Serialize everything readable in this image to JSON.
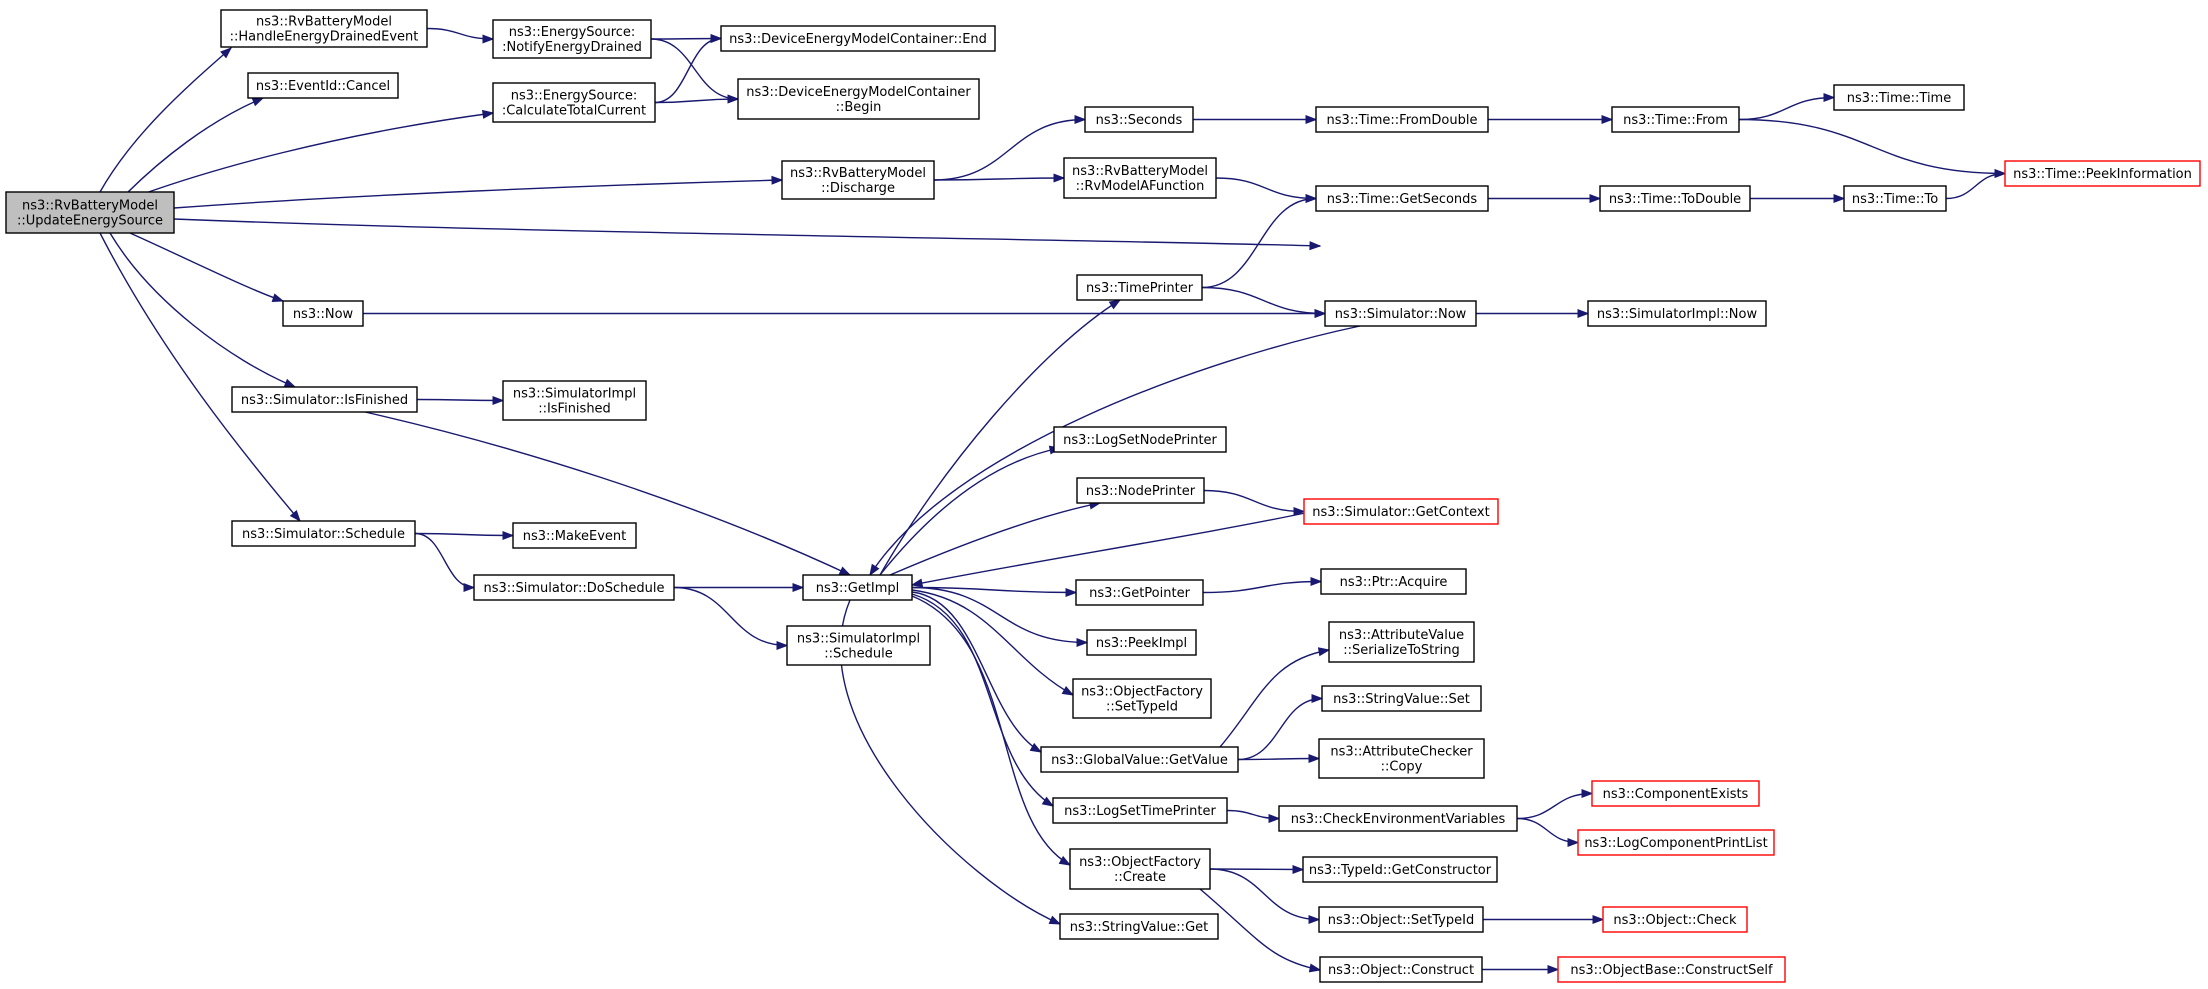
{
  "colors": {
    "edge": "#191970",
    "root_fill": "#bfbfbf",
    "node_border": "#000000",
    "truncated_border": "#ff0000",
    "background": "#ffffff"
  },
  "nodes": [
    {
      "id": "root",
      "lines": [
        "ns3::RvBatteryModel",
        "::UpdateEnergySource"
      ],
      "kind": "root"
    },
    {
      "id": "handleDrained",
      "lines": [
        "ns3::RvBatteryModel",
        "::HandleEnergyDrainedEvent"
      ]
    },
    {
      "id": "eventCancel",
      "lines": [
        "ns3::EventId::Cancel"
      ]
    },
    {
      "id": "notifyDrained",
      "lines": [
        "ns3::EnergySource:",
        ":NotifyEnergyDrained"
      ]
    },
    {
      "id": "calcTotal",
      "lines": [
        "ns3::EnergySource:",
        ":CalculateTotalCurrent"
      ]
    },
    {
      "id": "demcEnd",
      "lines": [
        "ns3::DeviceEnergyModelContainer::End"
      ]
    },
    {
      "id": "demcBegin",
      "lines": [
        "ns3::DeviceEnergyModelContainer",
        "::Begin"
      ]
    },
    {
      "id": "discharge",
      "lines": [
        "ns3::RvBatteryModel",
        "::Discharge"
      ]
    },
    {
      "id": "seconds",
      "lines": [
        "ns3::Seconds"
      ]
    },
    {
      "id": "rvModelA",
      "lines": [
        "ns3::RvBatteryModel",
        "::RvModelAFunction"
      ]
    },
    {
      "id": "fromDouble",
      "lines": [
        "ns3::Time::FromDouble"
      ]
    },
    {
      "id": "timeFrom",
      "lines": [
        "ns3::Time::From"
      ]
    },
    {
      "id": "timeTime",
      "lines": [
        "ns3::Time::Time"
      ]
    },
    {
      "id": "peekInfo",
      "lines": [
        "ns3::Time::PeekInformation"
      ],
      "kind": "trunc"
    },
    {
      "id": "getSeconds",
      "lines": [
        "ns3::Time::GetSeconds"
      ]
    },
    {
      "id": "toDouble",
      "lines": [
        "ns3::Time::ToDouble"
      ]
    },
    {
      "id": "timeTo",
      "lines": [
        "ns3::Time::To"
      ]
    },
    {
      "id": "timePrinter",
      "lines": [
        "ns3::TimePrinter"
      ]
    },
    {
      "id": "now",
      "lines": [
        "ns3::Now"
      ]
    },
    {
      "id": "simNow",
      "lines": [
        "ns3::Simulator::Now"
      ]
    },
    {
      "id": "simImplNow",
      "lines": [
        "ns3::SimulatorImpl::Now"
      ]
    },
    {
      "id": "isFinished",
      "lines": [
        "ns3::Simulator::IsFinished"
      ]
    },
    {
      "id": "implIsFinished",
      "lines": [
        "ns3::SimulatorImpl",
        "::IsFinished"
      ]
    },
    {
      "id": "logSetNodePrinter",
      "lines": [
        "ns3::LogSetNodePrinter"
      ]
    },
    {
      "id": "nodePrinter",
      "lines": [
        "ns3::NodePrinter"
      ]
    },
    {
      "id": "getContext",
      "lines": [
        "ns3::Simulator::GetContext"
      ],
      "kind": "trunc"
    },
    {
      "id": "schedule",
      "lines": [
        "ns3::Simulator::Schedule"
      ]
    },
    {
      "id": "makeEvent",
      "lines": [
        "ns3::MakeEvent"
      ]
    },
    {
      "id": "doSchedule",
      "lines": [
        "ns3::Simulator::DoSchedule"
      ]
    },
    {
      "id": "getImpl",
      "lines": [
        "ns3::GetImpl"
      ]
    },
    {
      "id": "getPointer",
      "lines": [
        "ns3::GetPointer"
      ]
    },
    {
      "id": "ptrAcquire",
      "lines": [
        "ns3::Ptr::Acquire"
      ]
    },
    {
      "id": "implSchedule",
      "lines": [
        "ns3::SimulatorImpl",
        "::Schedule"
      ]
    },
    {
      "id": "peekImpl",
      "lines": [
        "ns3::PeekImpl"
      ]
    },
    {
      "id": "attrSerialize",
      "lines": [
        "ns3::AttributeValue",
        "::SerializeToString"
      ]
    },
    {
      "id": "ofSetTypeId",
      "lines": [
        "ns3::ObjectFactory",
        "::SetTypeId"
      ]
    },
    {
      "id": "stringValueSet",
      "lines": [
        "ns3::StringValue::Set"
      ]
    },
    {
      "id": "gvGetValue",
      "lines": [
        "ns3::GlobalValue::GetValue"
      ]
    },
    {
      "id": "attrCheckerCopy",
      "lines": [
        "ns3::AttributeChecker",
        "::Copy"
      ]
    },
    {
      "id": "componentExists",
      "lines": [
        "ns3::ComponentExists"
      ],
      "kind": "trunc"
    },
    {
      "id": "logSetTimePrinter",
      "lines": [
        "ns3::LogSetTimePrinter"
      ]
    },
    {
      "id": "checkEnv",
      "lines": [
        "ns3::CheckEnvironmentVariables"
      ]
    },
    {
      "id": "logCompPrintList",
      "lines": [
        "ns3::LogComponentPrintList"
      ],
      "kind": "trunc"
    },
    {
      "id": "ofCreate",
      "lines": [
        "ns3::ObjectFactory",
        "::Create"
      ]
    },
    {
      "id": "typeIdGetCtor",
      "lines": [
        "ns3::TypeId::GetConstructor"
      ]
    },
    {
      "id": "objSetTypeId",
      "lines": [
        "ns3::Object::SetTypeId"
      ]
    },
    {
      "id": "objCheck",
      "lines": [
        "ns3::Object::Check"
      ],
      "kind": "trunc"
    },
    {
      "id": "stringValueGet",
      "lines": [
        "ns3::StringValue::Get"
      ]
    },
    {
      "id": "objConstruct",
      "lines": [
        "ns3::Object::Construct"
      ]
    },
    {
      "id": "constructSelf",
      "lines": [
        "ns3::ObjectBase::ConstructSelf"
      ],
      "kind": "trunc"
    }
  ],
  "edges": [
    {
      "from": "root",
      "to": "handleDrained"
    },
    {
      "from": "root",
      "to": "eventCancel"
    },
    {
      "from": "root",
      "to": "calcTotal"
    },
    {
      "from": "root",
      "to": "discharge"
    },
    {
      "from": "root",
      "to": "simNow"
    },
    {
      "from": "root",
      "to": "now"
    },
    {
      "from": "root",
      "to": "isFinished"
    },
    {
      "from": "root",
      "to": "schedule"
    },
    {
      "from": "handleDrained",
      "to": "notifyDrained"
    },
    {
      "from": "notifyDrained",
      "to": "demcEnd"
    },
    {
      "from": "notifyDrained",
      "to": "demcBegin"
    },
    {
      "from": "calcTotal",
      "to": "demcEnd"
    },
    {
      "from": "calcTotal",
      "to": "demcBegin"
    },
    {
      "from": "discharge",
      "to": "seconds"
    },
    {
      "from": "discharge",
      "to": "rvModelA"
    },
    {
      "from": "seconds",
      "to": "fromDouble"
    },
    {
      "from": "fromDouble",
      "to": "timeFrom"
    },
    {
      "from": "timeFrom",
      "to": "timeTime"
    },
    {
      "from": "timeFrom",
      "to": "peekInfo"
    },
    {
      "from": "rvModelA",
      "to": "getSeconds"
    },
    {
      "from": "getSeconds",
      "to": "toDouble"
    },
    {
      "from": "toDouble",
      "to": "timeTo"
    },
    {
      "from": "timeTo",
      "to": "peekInfo"
    },
    {
      "from": "now",
      "to": "simNow"
    },
    {
      "from": "simNow",
      "to": "simImplNow"
    },
    {
      "from": "simNow",
      "to": "getImpl"
    },
    {
      "from": "timePrinter",
      "to": "getSeconds"
    },
    {
      "from": "timePrinter",
      "to": "simNow"
    },
    {
      "from": "isFinished",
      "to": "implIsFinished"
    },
    {
      "from": "isFinished",
      "to": "getImpl"
    },
    {
      "from": "schedule",
      "to": "makeEvent"
    },
    {
      "from": "schedule",
      "to": "doSchedule"
    },
    {
      "from": "doSchedule",
      "to": "getImpl"
    },
    {
      "from": "doSchedule",
      "to": "implSchedule"
    },
    {
      "from": "getImpl",
      "to": "timePrinter"
    },
    {
      "from": "getImpl",
      "to": "logSetNodePrinter"
    },
    {
      "from": "getImpl",
      "to": "nodePrinter"
    },
    {
      "from": "getContext",
      "to": "getImpl"
    },
    {
      "from": "nodePrinter",
      "to": "getContext"
    },
    {
      "from": "getImpl",
      "to": "getPointer"
    },
    {
      "from": "getPointer",
      "to": "ptrAcquire"
    },
    {
      "from": "getImpl",
      "to": "peekImpl"
    },
    {
      "from": "getImpl",
      "to": "ofSetTypeId"
    },
    {
      "from": "getImpl",
      "to": "gvGetValue"
    },
    {
      "from": "getImpl",
      "to": "logSetTimePrinter"
    },
    {
      "from": "getImpl",
      "to": "ofCreate"
    },
    {
      "from": "getImpl",
      "to": "stringValueGet"
    },
    {
      "from": "gvGetValue",
      "to": "attrSerialize"
    },
    {
      "from": "gvGetValue",
      "to": "stringValueSet"
    },
    {
      "from": "gvGetValue",
      "to": "attrCheckerCopy"
    },
    {
      "from": "logSetTimePrinter",
      "to": "checkEnv"
    },
    {
      "from": "checkEnv",
      "to": "componentExists"
    },
    {
      "from": "checkEnv",
      "to": "logCompPrintList"
    },
    {
      "from": "ofCreate",
      "to": "typeIdGetCtor"
    },
    {
      "from": "ofCreate",
      "to": "objSetTypeId"
    },
    {
      "from": "ofCreate",
      "to": "objConstruct"
    },
    {
      "from": "objSetTypeId",
      "to": "objCheck"
    },
    {
      "from": "objConstruct",
      "to": "constructSelf"
    }
  ]
}
